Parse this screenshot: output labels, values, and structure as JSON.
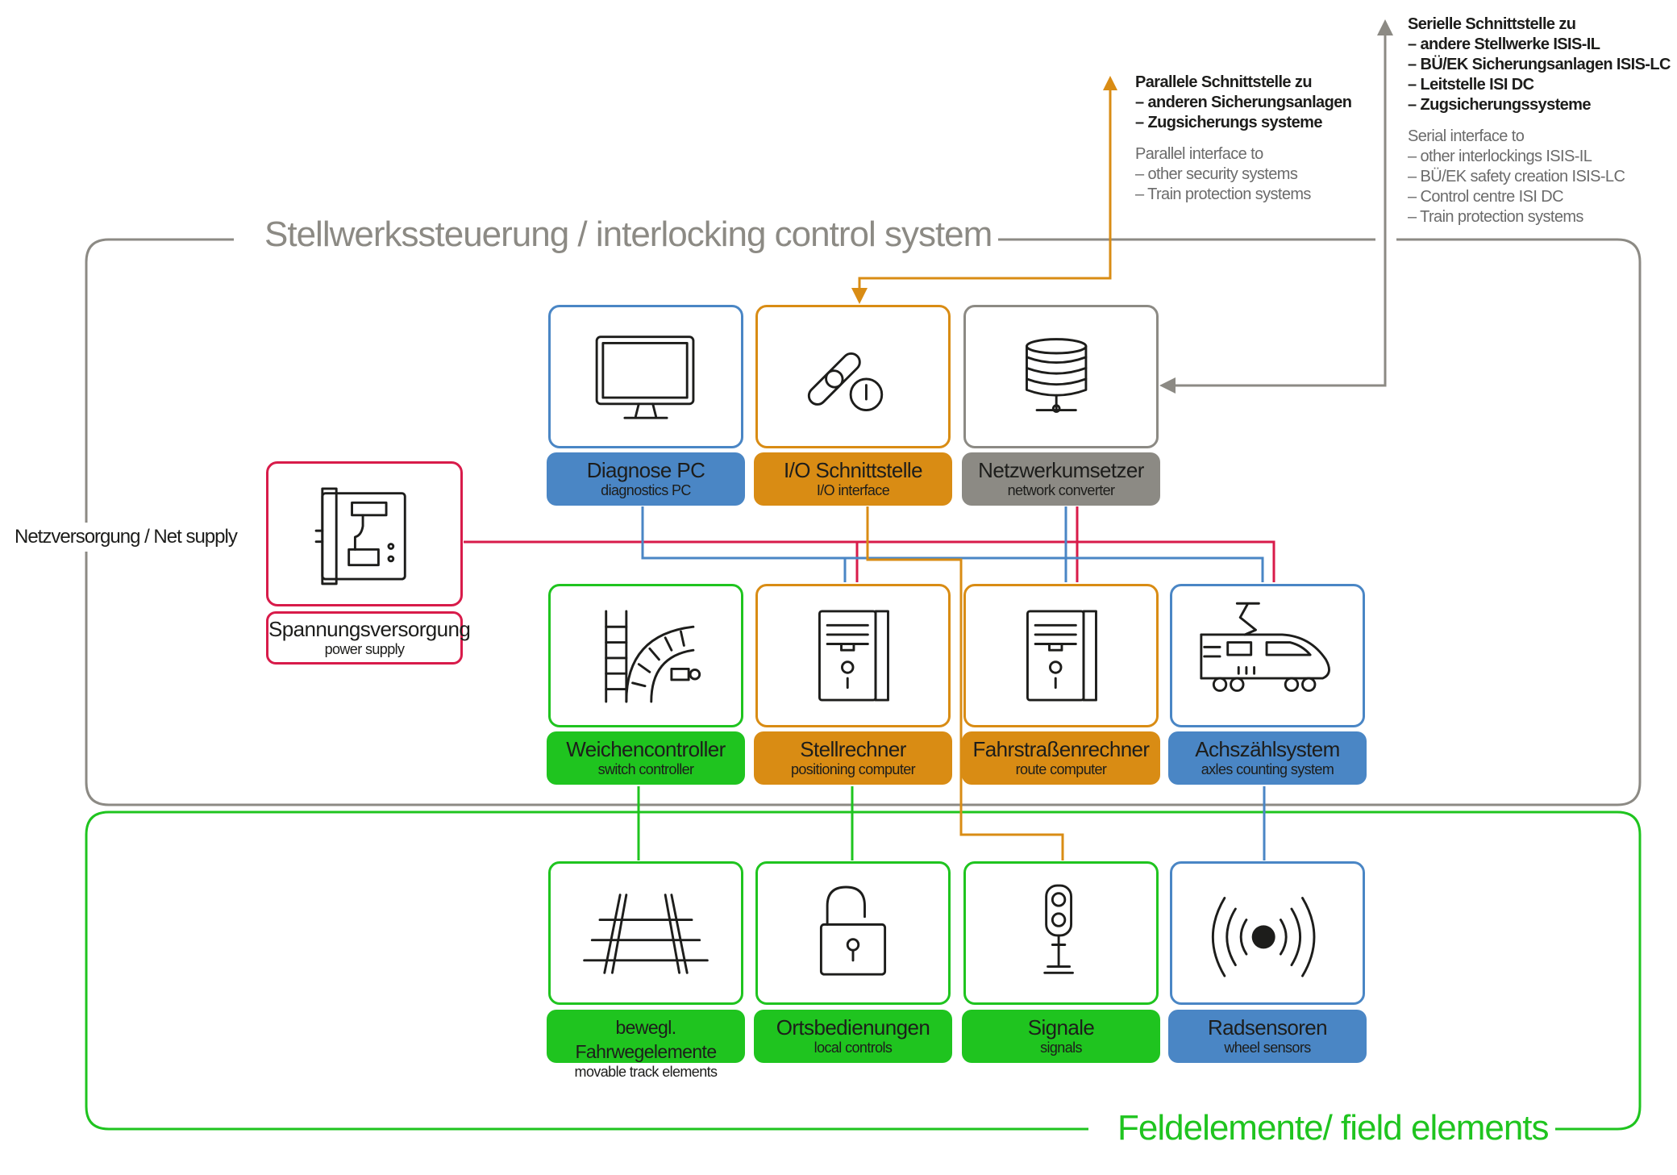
{
  "sections": {
    "control": "Stellwerkssteuerung / interlocking control system",
    "field": "Feldelemente/ field elements",
    "net_supply": "Netzversorgung / Net supply"
  },
  "notes": {
    "parallel": {
      "de_title": "Parallele Schnittstelle zu",
      "de_items": [
        "– anderen Sicherungsanlagen",
        "– Zugsicherungs systeme"
      ],
      "en_title": "Parallel interface to",
      "en_items": [
        "– other security systems",
        "– Train protection systems"
      ]
    },
    "serial": {
      "de_title": "Serielle Schnittstelle zu",
      "de_items": [
        "– andere Stellwerke ISIS-IL",
        "– BÜ/EK Sicherungsanlagen ISIS-LC",
        "– Leitstelle ISI DC",
        "– Zugsicherungssysteme"
      ],
      "en_title": "Serial interface to",
      "en_items": [
        "– other interlockings ISIS-IL",
        "– BÜ/EK safety creation ISIS-LC",
        "– Control centre ISI DC",
        "– Train protection systems"
      ]
    }
  },
  "components": {
    "diagnose": {
      "de": "Diagnose PC",
      "en": "diagnostics PC",
      "icon": "monitor-icon"
    },
    "io": {
      "de": "I/O Schnittstelle",
      "en": "I/O interface",
      "icon": "link-icon"
    },
    "network": {
      "de": "Netzwerkumsetzer",
      "en": "network converter",
      "icon": "server-stack-icon"
    },
    "power": {
      "de": "Spannungsversorgung",
      "en": "power supply",
      "icon": "power-cabinet-icon"
    },
    "switch": {
      "de": "Weichencontroller",
      "en": "switch controller",
      "icon": "track-switch-icon"
    },
    "positioning": {
      "de": "Stellrechner",
      "en": "positioning computer",
      "icon": "computer-tower-icon"
    },
    "route": {
      "de": "Fahrstraßenrechner",
      "en": "route computer",
      "icon": "computer-tower-icon"
    },
    "axle": {
      "de": "Achszählsystem",
      "en": "axles counting system",
      "icon": "train-icon"
    },
    "track": {
      "de": "bewegl. Fahrwegelemente",
      "en": "movable track elements",
      "icon": "rail-track-icon"
    },
    "local": {
      "de": "Ortsbedienungen",
      "en": "local controls",
      "icon": "padlock-open-icon"
    },
    "signals": {
      "de": "Signale",
      "en": "signals",
      "icon": "traffic-signal-icon"
    },
    "wheel": {
      "de": "Radsensoren",
      "en": "wheel sensors",
      "icon": "wireless-sensor-icon"
    }
  },
  "colors": {
    "blue": "#4a86c5",
    "orange": "#d98c14",
    "grey": "#8c8a84",
    "green": "#1fc41f",
    "red": "#d81b4a"
  }
}
